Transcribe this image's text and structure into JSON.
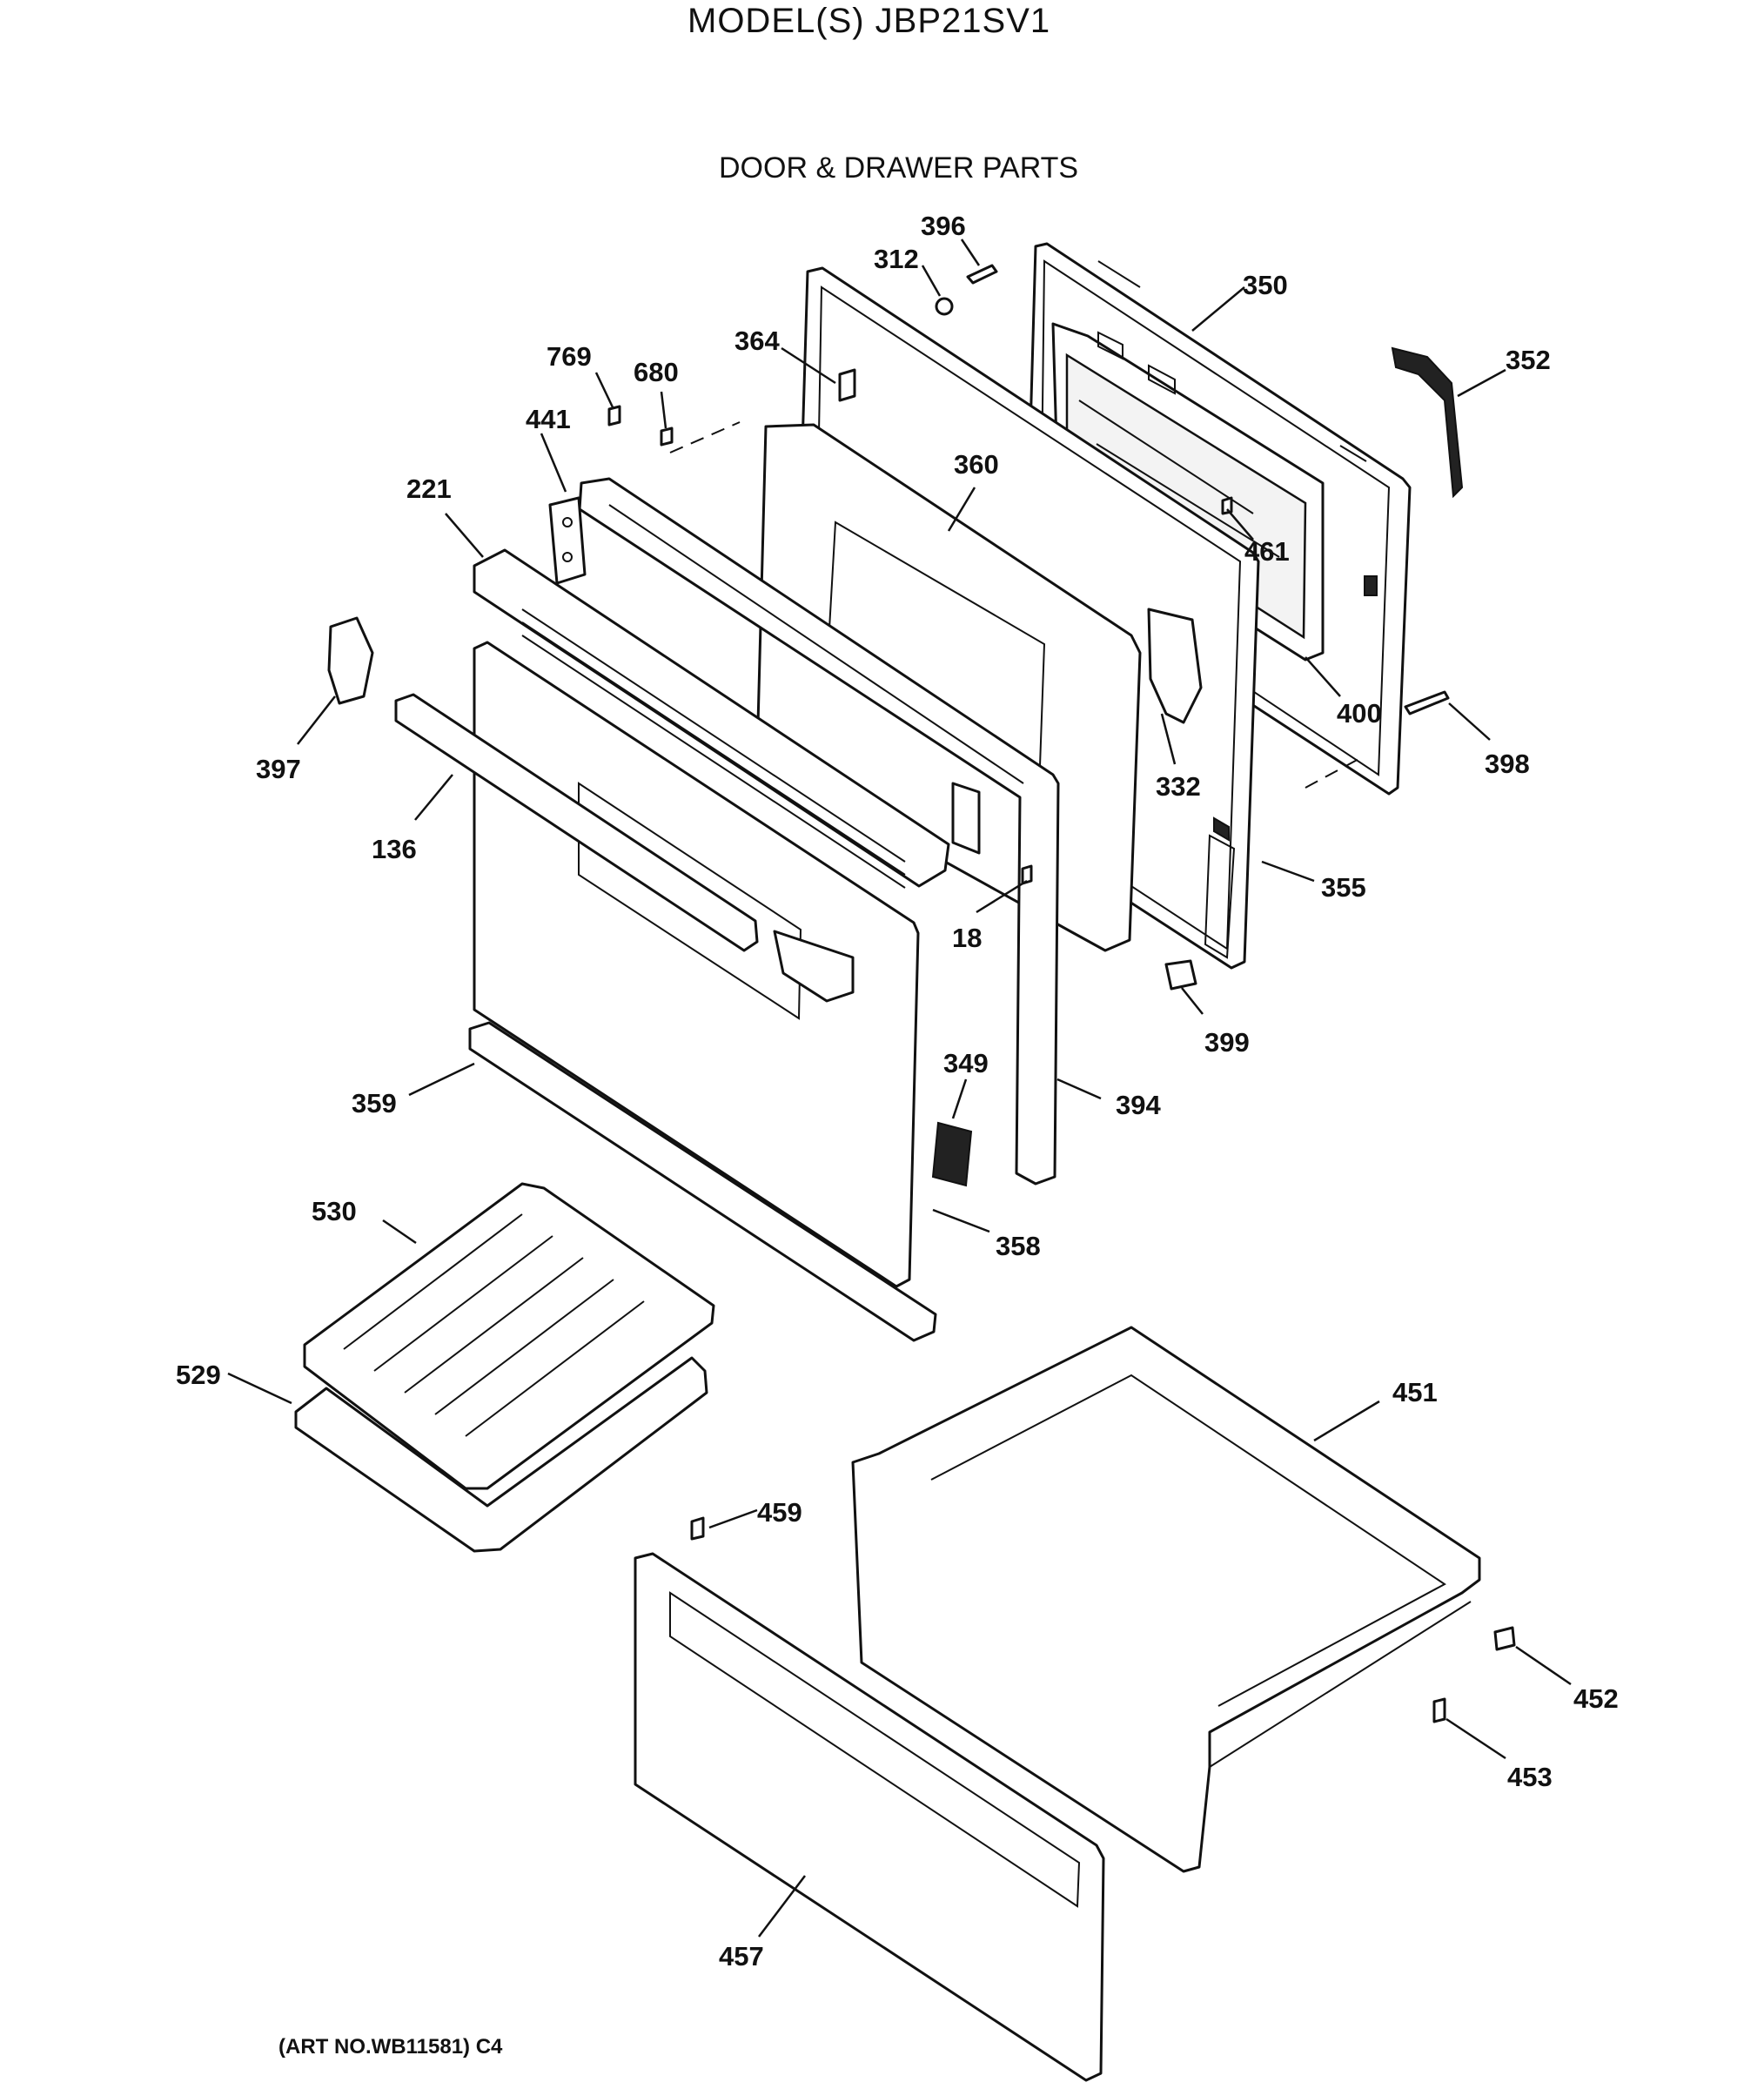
{
  "header": {
    "model": "MODEL(S) JBP21SV1",
    "section": "DOOR & DRAWER PARTS"
  },
  "footer": {
    "art_number": "(ART NO.WB11581) C4"
  },
  "callouts": [
    {
      "id": "c396",
      "label": "396"
    },
    {
      "id": "c312",
      "label": "312"
    },
    {
      "id": "c350",
      "label": "350"
    },
    {
      "id": "c352",
      "label": "352"
    },
    {
      "id": "c364",
      "label": "364"
    },
    {
      "id": "c769",
      "label": "769"
    },
    {
      "id": "c680",
      "label": "680"
    },
    {
      "id": "c441",
      "label": "441"
    },
    {
      "id": "c360",
      "label": "360"
    },
    {
      "id": "c221",
      "label": "221"
    },
    {
      "id": "c461",
      "label": "461"
    },
    {
      "id": "c400",
      "label": "400"
    },
    {
      "id": "c397",
      "label": "397"
    },
    {
      "id": "c398",
      "label": "398"
    },
    {
      "id": "c332",
      "label": "332"
    },
    {
      "id": "c136",
      "label": "136"
    },
    {
      "id": "c355",
      "label": "355"
    },
    {
      "id": "c18",
      "label": "18"
    },
    {
      "id": "c399",
      "label": "399"
    },
    {
      "id": "c349",
      "label": "349"
    },
    {
      "id": "c359",
      "label": "359"
    },
    {
      "id": "c394",
      "label": "394"
    },
    {
      "id": "c530",
      "label": "530"
    },
    {
      "id": "c358",
      "label": "358"
    },
    {
      "id": "c529",
      "label": "529"
    },
    {
      "id": "c451",
      "label": "451"
    },
    {
      "id": "c459",
      "label": "459"
    },
    {
      "id": "c452",
      "label": "452"
    },
    {
      "id": "c453",
      "label": "453"
    },
    {
      "id": "c457",
      "label": "457"
    }
  ]
}
